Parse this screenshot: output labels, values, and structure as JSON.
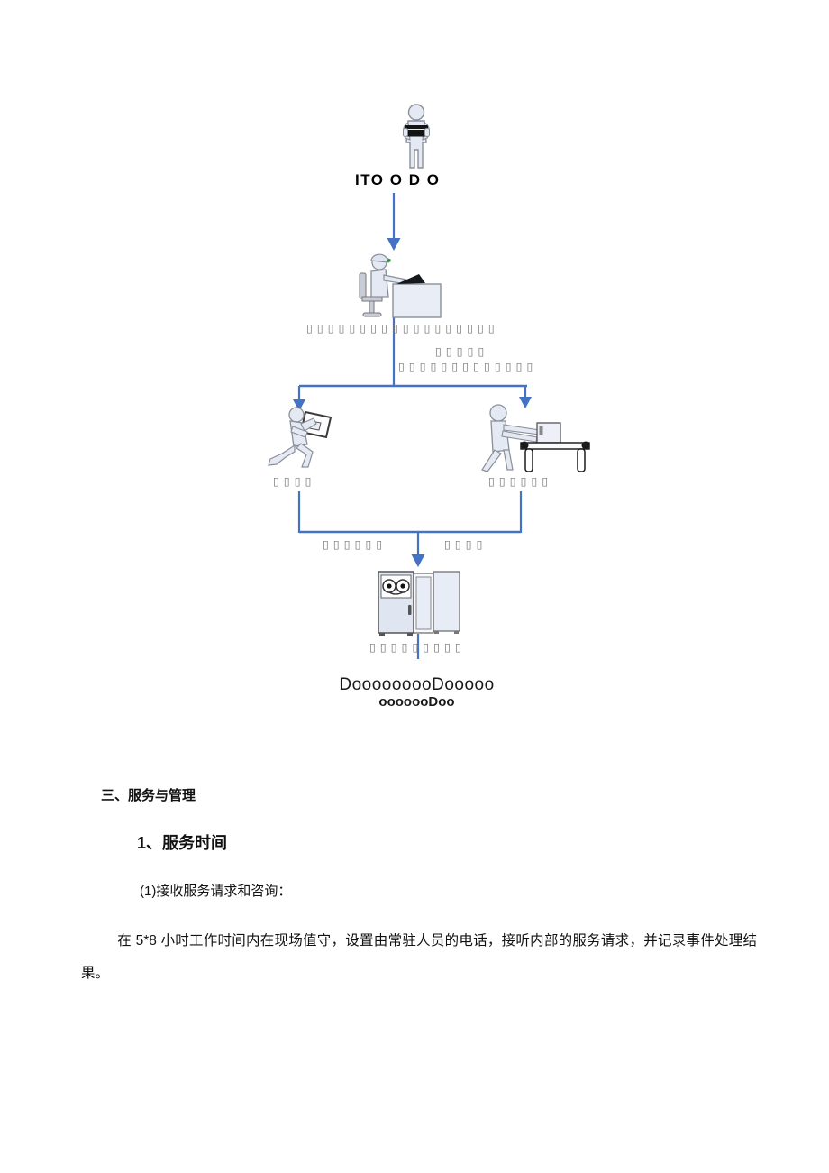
{
  "diagram": {
    "colors": {
      "connector_blue": "#4472C4",
      "figure_fill": "#E4E9F4",
      "figure_stroke": "#8A9099"
    },
    "nodes": {
      "top_label": "ITO O D O",
      "caption_line1": "DooooooooDooooo",
      "caption_line2": "ooooooDoo"
    },
    "placeholder_rows": {
      "below_operator": "▯▯▯▯▯▯▯▯▯▯▯▯▯▯▯▯▯▯",
      "branch_note_line1": "▯▯▯▯▯",
      "branch_note_line2": "▯▯▯▯▯▯▯▯▯▯▯▯▯",
      "left_engineer": "▯▯▯▯",
      "right_engineer": "▯▯▯▯▯▯",
      "merge_left": "▯▯▯▯▯▯",
      "merge_right": "▯▯▯▯",
      "below_machine": "▯▯▯▯▯▯▯▯▯"
    },
    "icon_names": [
      "it-staff-icon",
      "helpdesk-operator-icon",
      "onsite-engineer-icon",
      "bench-engineer-icon",
      "mainframe-icon"
    ]
  },
  "document": {
    "section_heading": "三、服务与管理",
    "subsection_heading": "1、服务时间",
    "clause_heading": "(1)接收服务请求和咨询：",
    "body_paragraph": "在 5*8 小时工作时间内在现场值守，设置由常驻人员的电话，接听内部的服务请求，并记录事件处理结果。"
  }
}
